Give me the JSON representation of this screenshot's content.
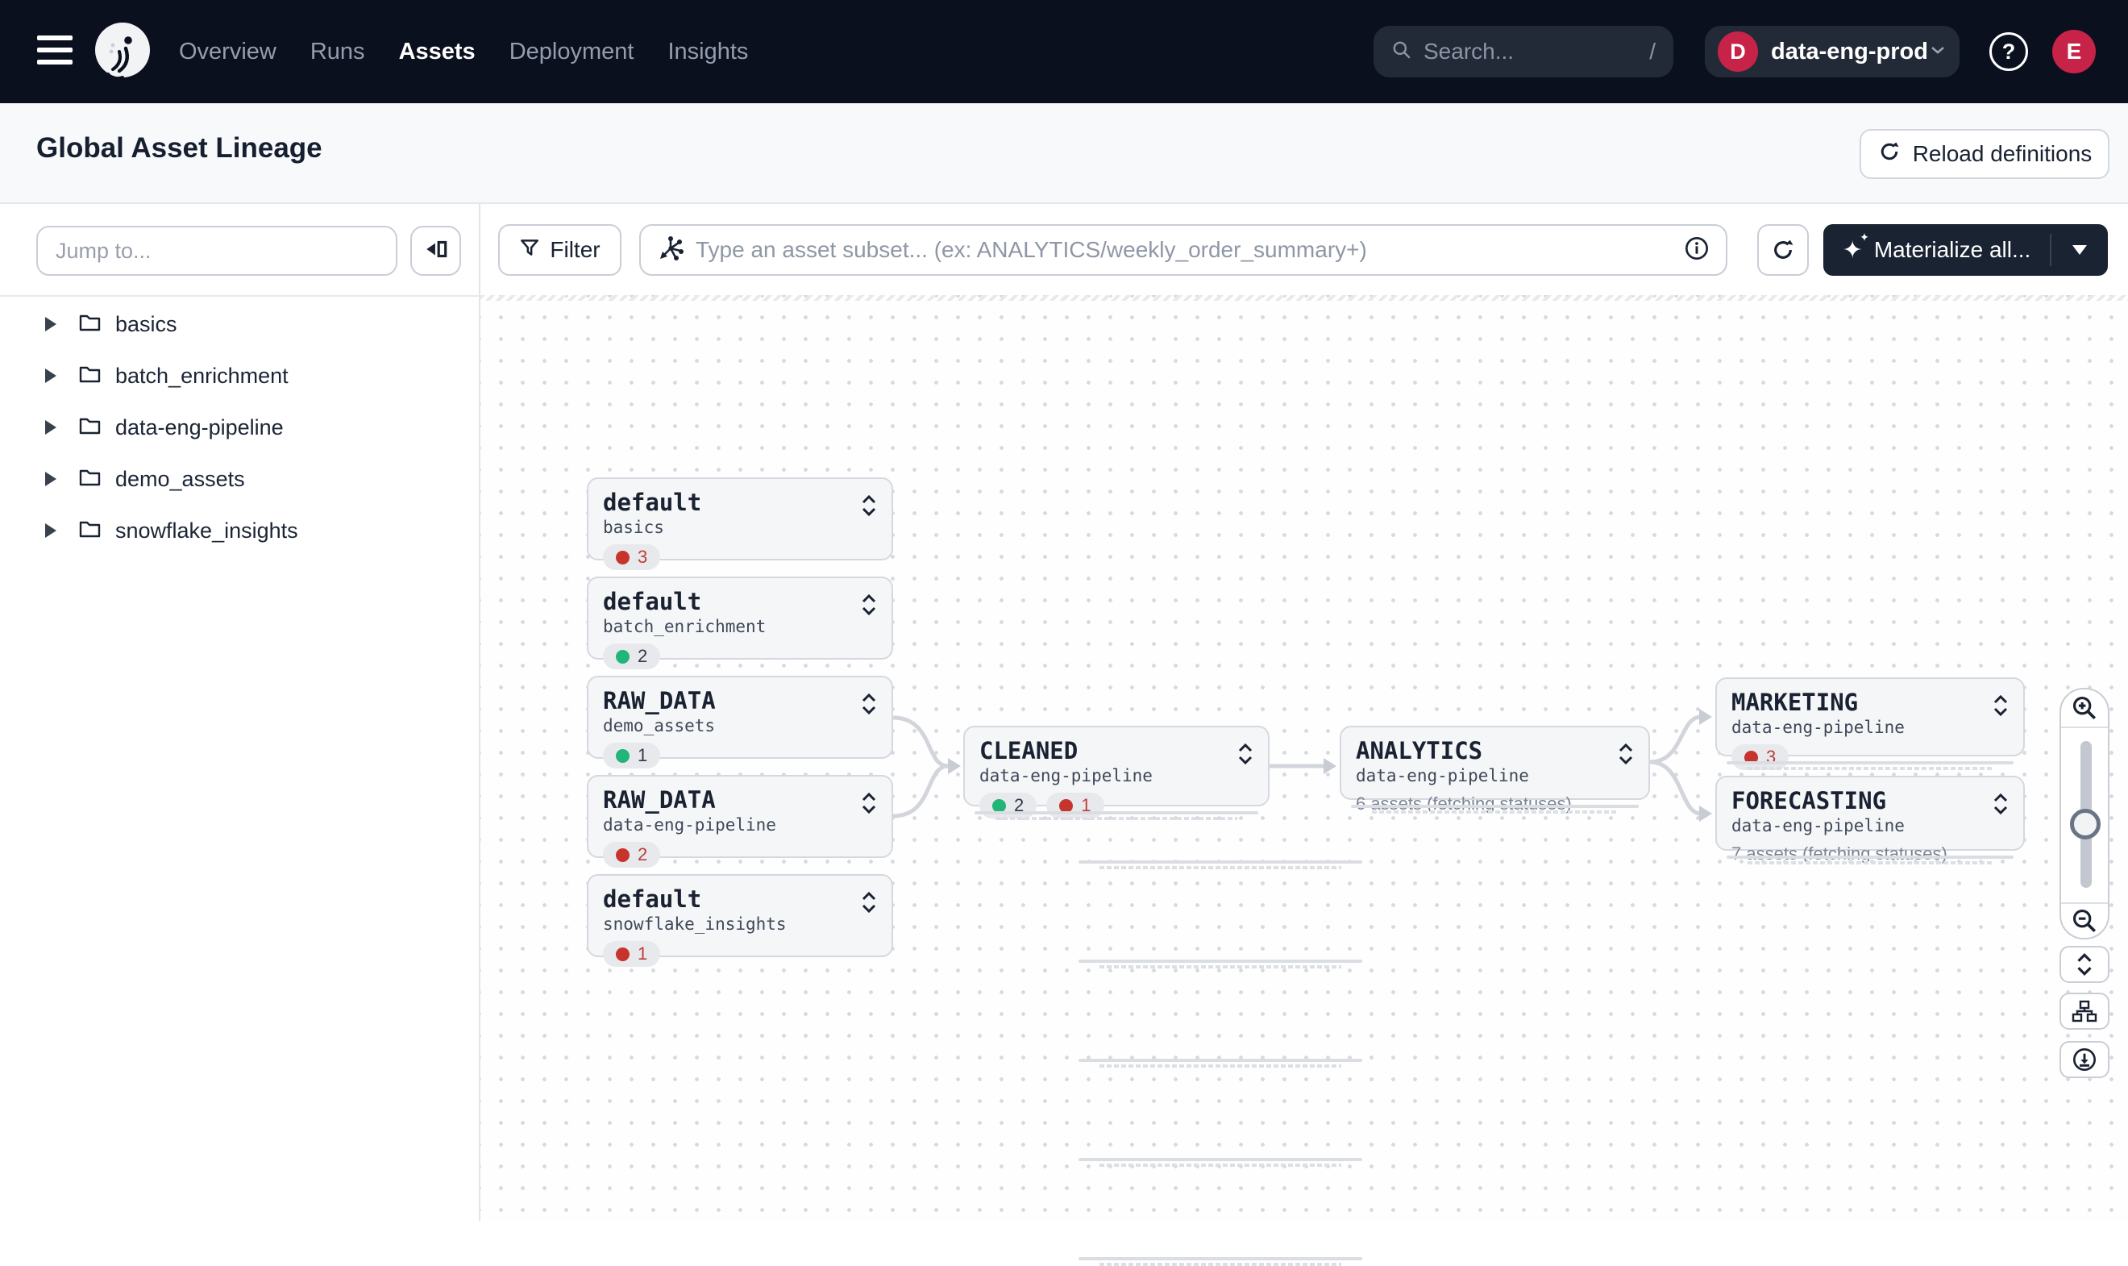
{
  "topbar": {
    "nav": [
      {
        "label": "Overview",
        "active": false
      },
      {
        "label": "Runs",
        "active": false
      },
      {
        "label": "Assets",
        "active": true
      },
      {
        "label": "Deployment",
        "active": false
      },
      {
        "label": "Insights",
        "active": false
      }
    ],
    "search": {
      "placeholder": "Search...",
      "shortcut_hint": "/"
    },
    "deployment": {
      "initial": "D",
      "name": "data-eng-prod"
    },
    "help_label": "?",
    "avatar_initial": "E"
  },
  "header": {
    "title": "Global Asset Lineage",
    "reload_label": "Reload definitions"
  },
  "sidebar": {
    "jump_placeholder": "Jump to...",
    "groups": [
      {
        "label": "basics"
      },
      {
        "label": "batch_enrichment"
      },
      {
        "label": "data-eng-pipeline"
      },
      {
        "label": "demo_assets"
      },
      {
        "label": "snowflake_insights"
      }
    ]
  },
  "toolbar": {
    "filter_label": "Filter",
    "subset_placeholder": "Type an asset subset... (ex: ANALYTICS/weekly_order_summary+)",
    "materialize_label": "Materialize all..."
  },
  "graph": {
    "nodes": [
      {
        "title": "default",
        "subtitle": "basics",
        "badges": [
          {
            "color": "red",
            "count": 3
          }
        ]
      },
      {
        "title": "default",
        "subtitle": "batch_enrichment",
        "badges": [
          {
            "color": "green",
            "count": 2
          }
        ]
      },
      {
        "title": "RAW_DATA",
        "subtitle": "demo_assets",
        "badges": [
          {
            "color": "green",
            "count": 1
          }
        ]
      },
      {
        "title": "RAW_DATA",
        "subtitle": "data-eng-pipeline",
        "badges": [
          {
            "color": "red",
            "count": 2
          }
        ]
      },
      {
        "title": "default",
        "subtitle": "snowflake_insights",
        "badges": [
          {
            "color": "red",
            "count": 1
          }
        ]
      },
      {
        "title": "CLEANED",
        "subtitle": "data-eng-pipeline",
        "badges": [
          {
            "color": "green",
            "count": 2
          },
          {
            "color": "red",
            "count": 1
          }
        ]
      },
      {
        "title": "ANALYTICS",
        "subtitle": "data-eng-pipeline",
        "status_text": "6 assets (fetching statuses)"
      },
      {
        "title": "MARKETING",
        "subtitle": "data-eng-pipeline",
        "badges": [
          {
            "color": "red",
            "count": 3
          }
        ]
      },
      {
        "title": "FORECASTING",
        "subtitle": "data-eng-pipeline",
        "status_text": "7 assets (fetching statuses)"
      }
    ],
    "edges": [
      {
        "from": "RAW_DATA/demo_assets",
        "to": "CLEANED"
      },
      {
        "from": "RAW_DATA/data-eng-pipeline",
        "to": "CLEANED"
      },
      {
        "from": "CLEANED",
        "to": "ANALYTICS"
      },
      {
        "from": "ANALYTICS",
        "to": "MARKETING"
      },
      {
        "from": "ANALYTICS",
        "to": "FORECASTING"
      }
    ]
  },
  "icons": {
    "hamburger": "menu",
    "logo": "dagster-octopus",
    "search": "magnifier",
    "chevron-down": "▾",
    "question": "?",
    "reload": "circular-arrow",
    "panel-collapse": "◀▯",
    "tree-caret": "▸",
    "folder": "folder-outline",
    "filter": "funnel",
    "asset-graph": "spoked-asterisk",
    "info": "ⓘ",
    "sparkle": "✦",
    "sort-chevrons": "⌃⌄",
    "zoom-in": "magnifier-plus",
    "zoom-out": "magnifier-minus",
    "expand-collapse": "chevrons-up-down",
    "layout-tree": "org-chart",
    "download": "circled-download"
  },
  "colors": {
    "topbar_bg": "#0B101E",
    "accent_crimson": "#C72348",
    "status_red": "#C7342C",
    "status_green": "#21B577",
    "card_bg": "#F5F6F8",
    "edge": "#D2D5DC",
    "dark_button": "#1A2332"
  }
}
